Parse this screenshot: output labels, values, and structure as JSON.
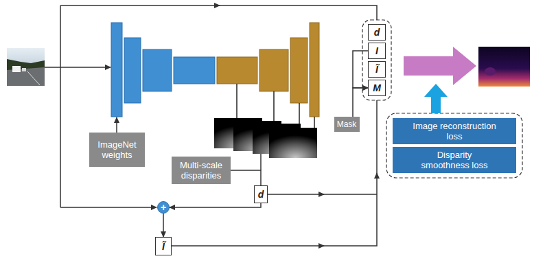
{
  "diagram": {
    "nodes": [
      {
        "text": [
          "ImageNet weights"
        ]
      },
      {
        "text": [
          "Multi-scale disparities"
        ]
      },
      {
        "text": [
          "d"
        ]
      },
      {
        "text": [
          "+"
        ]
      },
      {
        "text": [
          "Ĩ"
        ]
      },
      {
        "text": [
          "d"
        ]
      },
      {
        "text": [
          "I"
        ]
      },
      {
        "text": [
          "Ĩ"
        ]
      },
      {
        "text": [
          "M"
        ]
      },
      {
        "text": [
          "Mask"
        ]
      },
      {
        "text": [
          "Image reconstruction loss"
        ]
      },
      {
        "text": [
          "Disparity smoothness loss"
        ]
      }
    ],
    "edges": [
      {
        "from": 1,
        "to": 2,
        "arrow": "none"
      },
      {
        "from": 2,
        "to": 3,
        "arrow": "to"
      },
      {
        "from": 3,
        "to": 4,
        "arrow": "to"
      },
      {
        "from": 6,
        "to": 8,
        "arrow": "to"
      },
      {
        "from": 9,
        "to": 8,
        "arrow": "to"
      }
    ]
  }
}
